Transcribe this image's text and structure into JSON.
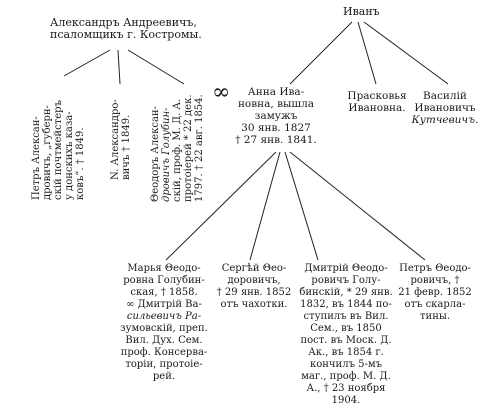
{
  "root_right": "Иванъ",
  "root_left": {
    "line1": "Александръ Андреевичъ,",
    "line2": "псаломщикъ г. Костромы."
  },
  "sons": [
    {
      "lines": [
        "Петръ Алексан-",
        "дровичъ, „губерн-",
        "скій почтмейстеръ",
        "у донскихъ каза-",
        "ковъ“. † 1849."
      ]
    },
    {
      "lines": [
        "N. Александро-",
        "вичъ † 1849."
      ]
    },
    {
      "lines": [
        "Θеодоръ Алексан-",
        "дровичъ Голубин-",
        "скій, проф. М. Д. А.",
        "протоіерей * 22 дек.",
        "1797. † 22 авг. 1854."
      ]
    }
  ],
  "ivan_children": {
    "anna": {
      "marriage_symbol": "∞",
      "lines": [
        "Анна Ива-",
        "новна, вышла",
        "замужъ",
        "30 янв. 1827",
        "† 27 янв. 1841."
      ]
    },
    "praskovya": {
      "lines": [
        "Прасковья",
        "Ивановна."
      ]
    },
    "vasily": {
      "line1": "Василій",
      "line2": "Ивановичъ",
      "line3": "Кутчевичъ."
    }
  },
  "grandchildren": {
    "marya": {
      "lines": [
        "Марья Θеодо-",
        "ровна Голубин-",
        "ская, † 1858.",
        "∞ Дмитрій Ва-",
        "сильевичъ Ра-",
        "зумовскій, преп.",
        "Вил. Дух. Сем.",
        "проф. Консерва-",
        "торіи, протоіе-",
        "рей."
      ]
    },
    "sergey": {
      "lines": [
        "Сергѣй Θео-",
        "доровичъ,",
        "† 29 янв. 1852",
        "отъ чахотки."
      ]
    },
    "dmitry": {
      "lines": [
        "Дмитрій Θеодо-",
        "ровичъ Голу-",
        "бинскій, * 29 янв.",
        "1832, въ 1844 по-",
        "ступилъ въ Вил.",
        "Сем., въ 1850",
        "пост. въ Моск. Д.",
        "Ак., въ 1854 г.",
        "кончилъ 5-мъ",
        "маг., проф. М. Д.",
        "А., † 23 ноября",
        "1904."
      ]
    },
    "petr": {
      "lines": [
        "Петръ Θеодо-",
        "ровичъ, †",
        "21 февр. 1852",
        "отъ скарла-",
        "тины."
      ]
    }
  }
}
